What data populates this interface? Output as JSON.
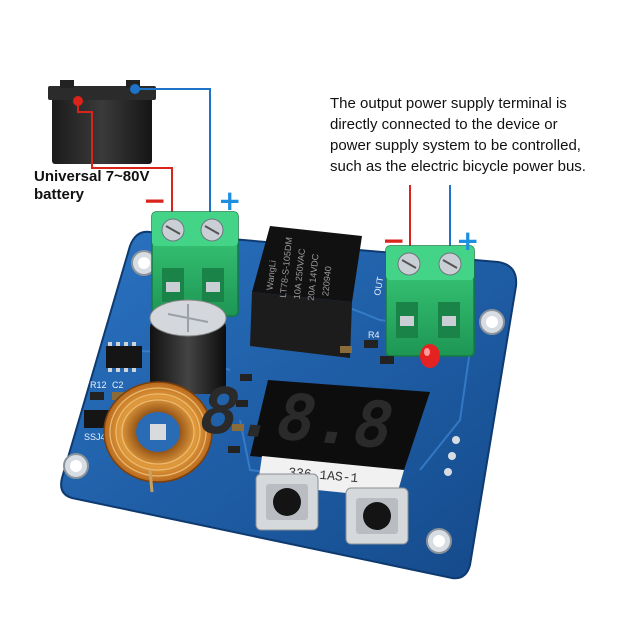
{
  "battery_label": [
    "Universal 7~80V",
    "battery"
  ],
  "output_note": [
    "The output power supply terminal is",
    "directly connected to the device or",
    "power supply system to be controlled,",
    "such as the electric bicycle power bus."
  ],
  "polarity": {
    "negative": "−",
    "positive": "+"
  },
  "relay_markings": [
    "WangLi",
    "LT78-S-105DM",
    "10A 250VAC",
    "20A 14VDC",
    "220940"
  ],
  "display": {
    "digits": "8.8.8",
    "model": "336 1AS-1"
  },
  "silkscreen": {
    "r12": "R12",
    "c2": "C2",
    "ssj": "SSJ4",
    "r4": "R4",
    "out": "OUT"
  },
  "colors": {
    "pcb": "#1f5fa8",
    "terminal": "#2fb36a",
    "wire_negative": "#d9231b",
    "wire_positive": "#1e73c8",
    "plus_sign": "#1e8fe0"
  }
}
